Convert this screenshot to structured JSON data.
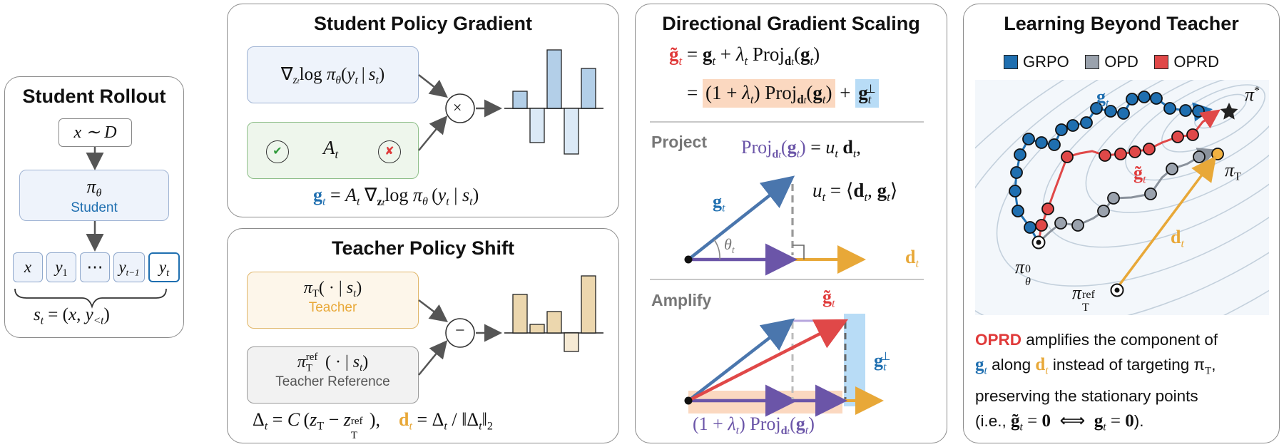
{
  "rollout": {
    "title": "Student Rollout",
    "prompt": "x ∼ D",
    "policy_symbol": "π",
    "policy_sub": "θ",
    "student_label": "Student",
    "tokens": [
      "x",
      "y",
      "⋯",
      "y",
      "y"
    ],
    "token_subs": [
      "",
      "1",
      "",
      "t−1",
      "t"
    ],
    "state_eq": "s_t = (x, y_<t)"
  },
  "spg": {
    "title": "Student Policy Gradient",
    "grad_text": "∇z_t log πθ(y_t | s_t)",
    "advantage": "A",
    "advantage_sub": "t",
    "op": "×",
    "check": "✔",
    "cross": "✘",
    "equation": "g_t = A_t ∇z_t log πθ(y_t | s_t)"
  },
  "tps": {
    "title": "Teacher Policy Shift",
    "teacher_expr": "πT( · | s_t)",
    "teacher_label": "Teacher",
    "ref_expr": "πT^ref( · | s_t)",
    "ref_label": "Teacher Reference",
    "op": "−",
    "equation_left": "Δ_t = C (z_T − z_T^ref),",
    "equation_right": "d_t = Δ_t / ‖Δ_t‖_2"
  },
  "dgs": {
    "title": "Directional Gradient Scaling",
    "eq1": "g̃_t = g_t + λ_t Proj_d_t(g_t)",
    "eq2": "= (1 + λ_t) Proj_d_t(g_t) + g_t^⊥",
    "project_label": "Project",
    "proj_eq": "Proj_d_t(g_t) = u_t d_t,",
    "u_eq": "u_t = ⟨d_t, g_t⟩",
    "amplify_label": "Amplify",
    "amp_eq": "(1 + λ_t) Proj_d_t(g_t)",
    "g_label": "g",
    "theta_label": "θ",
    "d_label": "d",
    "gperp_label": "g⊥",
    "gtilde_label": "g̃"
  },
  "lbt": {
    "title": "Learning Beyond Teacher",
    "legend": [
      {
        "label": "GRPO",
        "color": "#1f6fb0"
      },
      {
        "label": "OPD",
        "color": "#9aa2ad"
      },
      {
        "label": "OPRD",
        "color": "#e04848"
      }
    ],
    "pi_star": "π*",
    "pi_t": "πT",
    "pi_theta0": "πθ0",
    "pi_ref": "πTref",
    "g_label": "g",
    "gtilde_label": "g̃",
    "d_label": "d",
    "caption_bold": "OPRD",
    "caption_1": " amplifies the component of",
    "caption_2a": " along ",
    "caption_2b": " instead of targeting π",
    "caption_2c": ",",
    "caption_3": "preserving the stationary points",
    "caption_4": "(i.e., g̃_t = 0 ⟺ g_t = 0)."
  },
  "colors": {
    "blue": "#1f6fb0",
    "red": "#e03a3a",
    "orange": "#e8a838",
    "purple": "#6b55a8",
    "grey": "#9aa2ad",
    "green": "#2e9a3a"
  }
}
